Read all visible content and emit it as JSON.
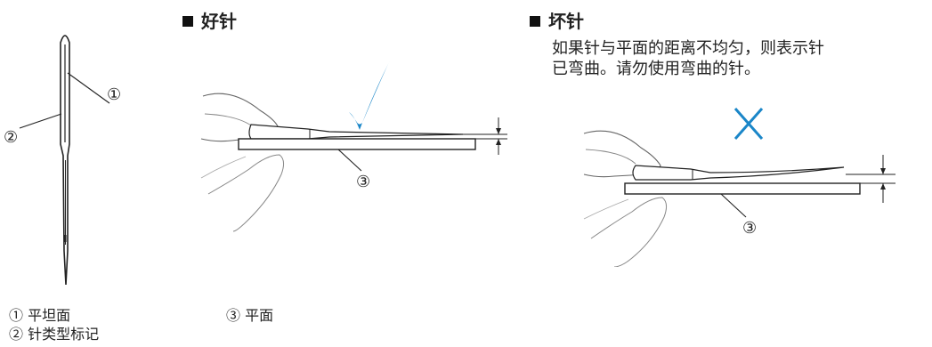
{
  "good": {
    "title": "好针"
  },
  "bad": {
    "title": "坏针",
    "description_line1": "如果针与平面的距离不均匀，则表示针",
    "description_line2": "已弯曲。请勿使用弯曲的针。"
  },
  "callouts": {
    "c1": "①",
    "c2": "②",
    "c3": "③"
  },
  "legend": {
    "item1": "① 平坦面",
    "item2": "② 针类型标记",
    "item3": "③ 平面"
  },
  "marks": {
    "check": "check-mark",
    "cross": "cross-mark"
  },
  "colors": {
    "accent": "#1a86c8",
    "line": "#222222"
  }
}
